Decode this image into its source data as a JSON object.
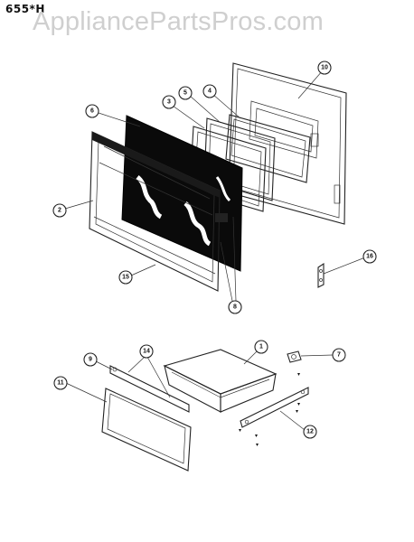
{
  "header": {
    "model_code": "655*H",
    "watermark": "AppliancePartsPros.com"
  },
  "callouts": {
    "c1": "1",
    "c2": "2",
    "c3": "3",
    "c4": "4",
    "c5": "5",
    "c6": "6",
    "c7": "7",
    "c8": "8",
    "c9": "9",
    "c10": "10",
    "c11": "11",
    "c12": "12",
    "c14": "14",
    "c15": "15",
    "c16": "16"
  }
}
